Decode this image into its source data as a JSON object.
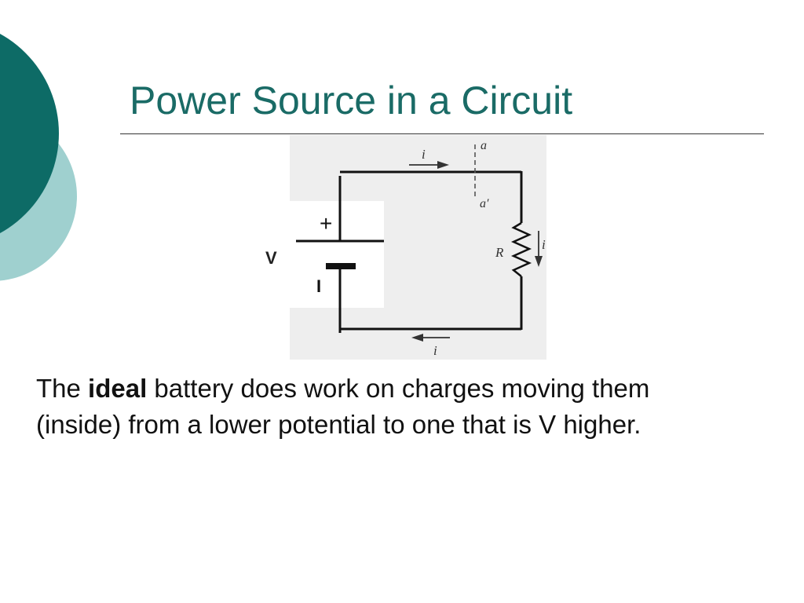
{
  "slide": {
    "title": "Power Source in a Circuit",
    "theme_colors": {
      "dark_teal": "#0d6b66",
      "light_teal": "#9fd0cf",
      "title_color": "#1a6b66"
    }
  },
  "figure": {
    "voltage_label": "V",
    "battery_plus": "+",
    "battery_minus": "I",
    "labels": {
      "current_top": "i",
      "current_bottom": "i",
      "current_right": "i",
      "point_a": "a",
      "point_a_prime": "a′",
      "resistor": "R"
    },
    "icons": [
      "circuit-diagram",
      "battery-symbol",
      "resistor-symbol",
      "current-arrow"
    ]
  },
  "body": {
    "text_before": "The ",
    "text_bold": "ideal",
    "text_after": " battery does work on charges moving them (inside) from a lower potential to one that is V higher."
  }
}
